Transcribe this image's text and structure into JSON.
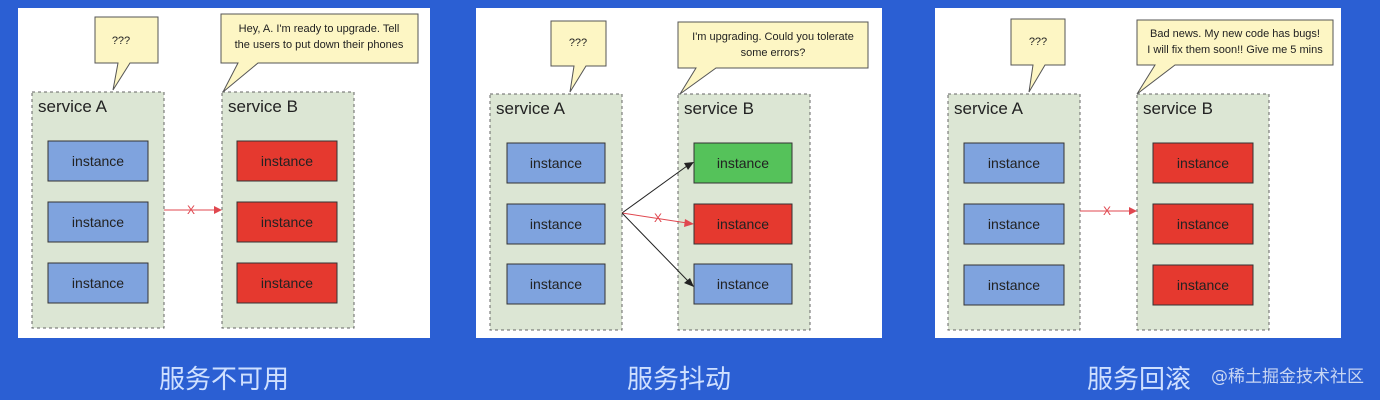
{
  "colors": {
    "background": "#2b5fd3",
    "service_fill": "#dce6d4",
    "instance_blue": "#7fa3de",
    "instance_red": "#e5392f",
    "instance_green": "#55c25a",
    "bubble_fill": "#fdf6c4",
    "arrow_red": "#e0474f",
    "arrow_dark": "#222222"
  },
  "panels": [
    {
      "service_a": {
        "label": "service A",
        "instances": [
          "instance",
          "instance",
          "instance"
        ]
      },
      "service_b": {
        "label": "service B",
        "instances": [
          "instance",
          "instance",
          "instance"
        ],
        "states": [
          "red",
          "red",
          "red"
        ]
      },
      "bubble_a": {
        "text": "???"
      },
      "bubble_b": {
        "lines": [
          "Hey, A. I'm ready to upgrade. Tell",
          "the users to put down their phones"
        ]
      },
      "arrow_marker": "X",
      "caption": "服务不可用"
    },
    {
      "service_a": {
        "label": "service A",
        "instances": [
          "instance",
          "instance",
          "instance"
        ]
      },
      "service_b": {
        "label": "service B",
        "instances": [
          "instance",
          "instance",
          "instance"
        ],
        "states": [
          "green",
          "red",
          "blue"
        ]
      },
      "bubble_a": {
        "text": "???"
      },
      "bubble_b": {
        "lines": [
          "I'm upgrading. Could you tolerate",
          "some errors?"
        ]
      },
      "arrow_marker": "X",
      "caption": "服务抖动"
    },
    {
      "service_a": {
        "label": "service A",
        "instances": [
          "instance",
          "instance",
          "instance"
        ]
      },
      "service_b": {
        "label": "service B",
        "instances": [
          "instance",
          "instance",
          "instance"
        ],
        "states": [
          "red",
          "red",
          "red"
        ]
      },
      "bubble_a": {
        "text": "???"
      },
      "bubble_b": {
        "lines": [
          "Bad news. My new code has bugs!",
          "I will fix them soon!! Give me 5 mins"
        ]
      },
      "arrow_marker": "X",
      "caption": "服务回滚"
    }
  ],
  "watermark": "@稀土掘金技术社区"
}
